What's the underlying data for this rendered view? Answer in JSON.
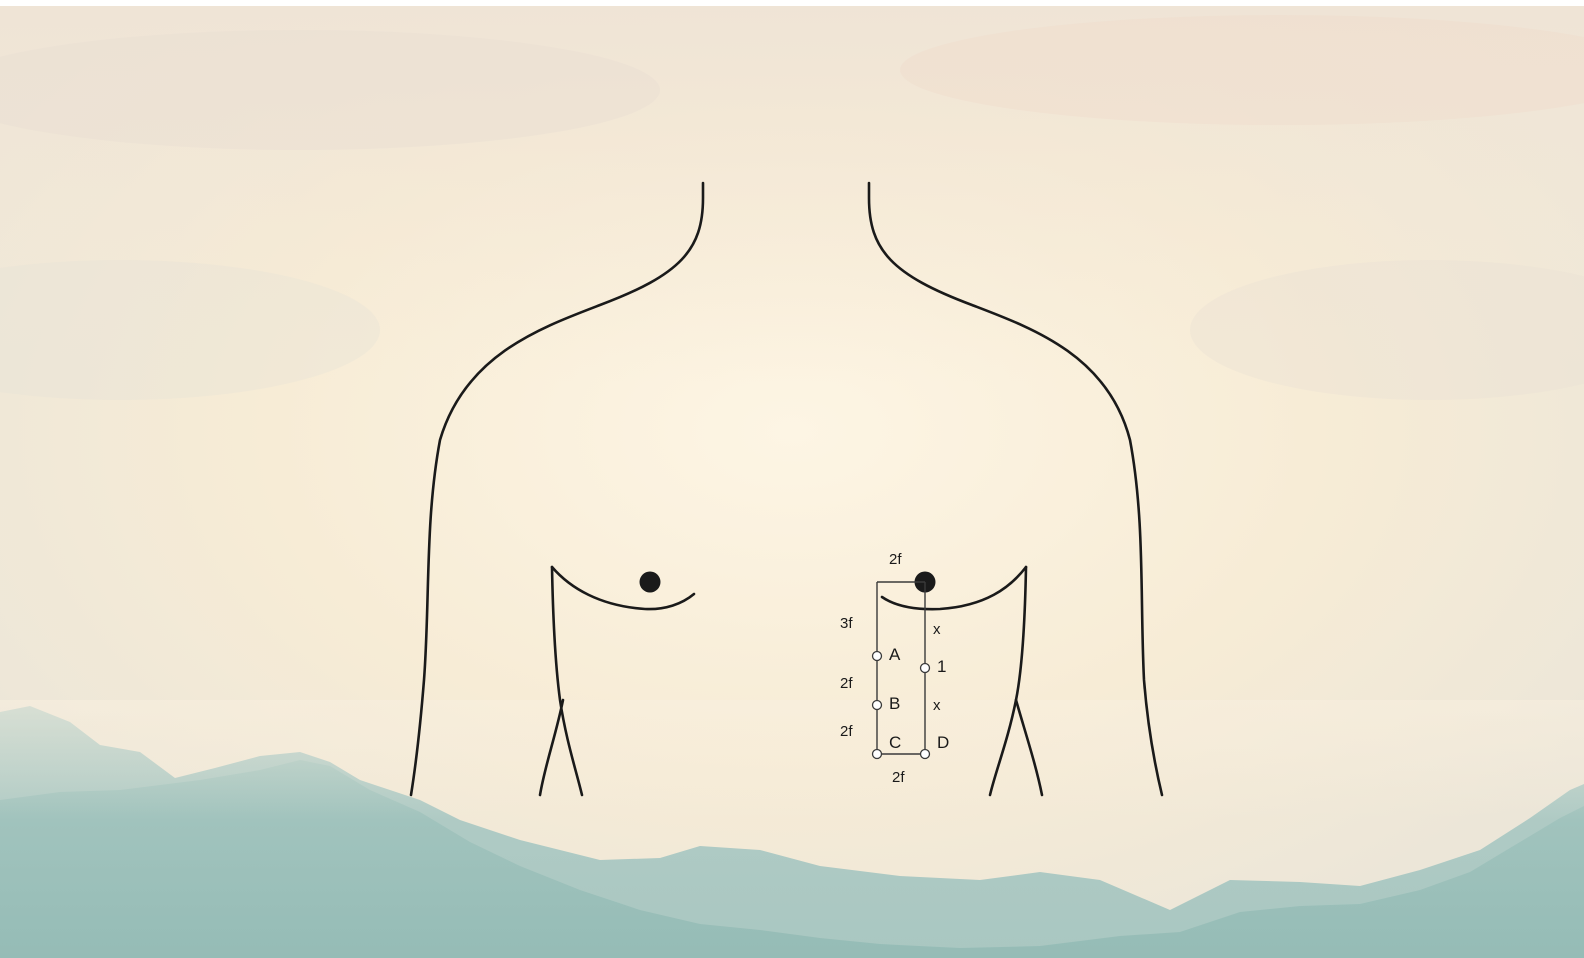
{
  "diagram": {
    "dimension_labels": {
      "top_width": "2f",
      "upper_left_gap": "3f",
      "upper_right_gap": "x",
      "middle_left_gap": "2f",
      "middle_right_gap": "x",
      "lower_left_gap": "2f",
      "bottom_width": "2f"
    },
    "point_labels": {
      "a": "A",
      "b": "B",
      "c": "C",
      "d": "D",
      "one": "1"
    }
  },
  "colors": {
    "line": "#1a1a1a",
    "sky_top": "#f2e6d2",
    "sky_glow": "#fbf1df",
    "mountain": "#9fc2bc"
  }
}
